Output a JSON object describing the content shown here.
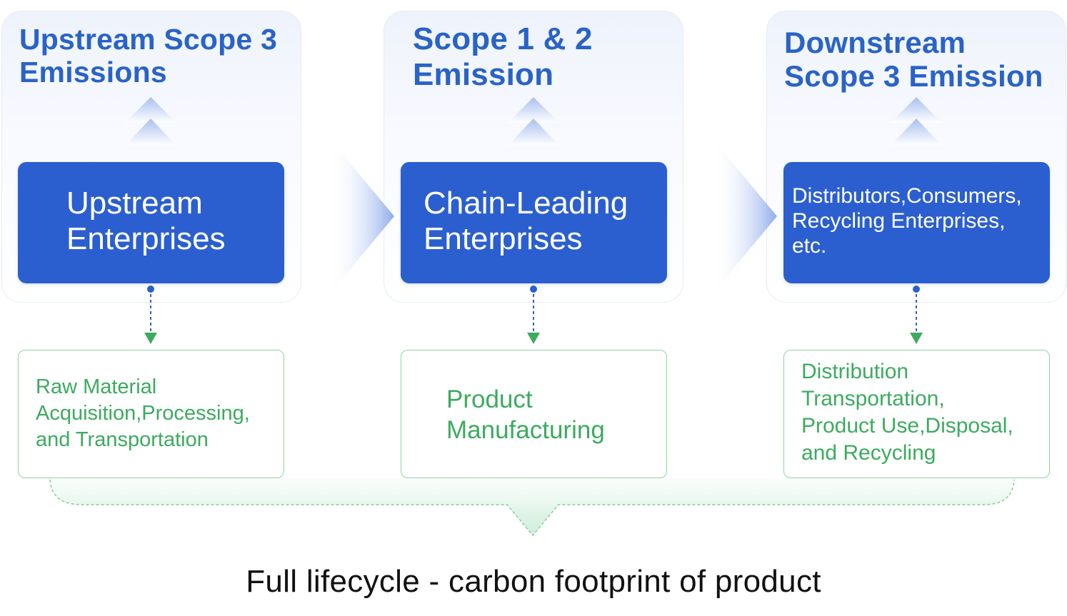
{
  "scopes": [
    {
      "title": "Upstream Scope 3\nEmissions",
      "entity": "Upstream\nEnterprises",
      "stage": "Raw Material\nAcquisition,Processing,\nand Transportation"
    },
    {
      "title": "Scope 1 & 2\nEmission",
      "entity": "Chain-Leading\nEnterprises",
      "stage": "Product\nManufacturing"
    },
    {
      "title": "Downstream\nScope 3 Emission",
      "entity": "Distributors,Consumers,\nRecycling Enterprises,\netc.",
      "stage": "Distribution\nTransportation,\nProduct Use,Disposal,\nand Recycling"
    }
  ],
  "caption": "Full lifecycle - carbon footprint of product",
  "colors": {
    "entity_fill": "#2b5fd0",
    "title_text": "#2a63c7",
    "stage_border": "#8fd3a4",
    "stage_text": "#3cab5f",
    "connector_dot": "#2b5fd0",
    "connector_arrow": "#3cab5f"
  },
  "icons": {
    "up_arrows": "double-chevron-up-icon",
    "flow": "chevron-right-icon",
    "connector": "dashed-arrow-down-icon",
    "brace": "curly-brace-icon"
  }
}
